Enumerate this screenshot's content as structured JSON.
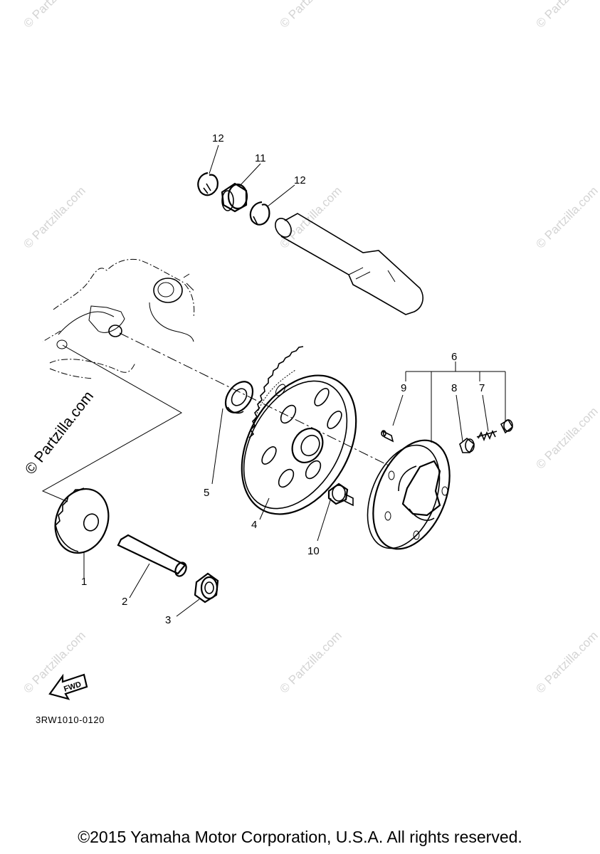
{
  "watermark": {
    "small_text": "© Partzilla.com",
    "large_text": "© Partzilla.com"
  },
  "callouts": {
    "p1": "1",
    "p2": "2",
    "p3": "3",
    "p4": "4",
    "p5": "5",
    "p6": "6",
    "p7": "7",
    "p8": "8",
    "p9": "9",
    "p10": "10",
    "p11": "11",
    "p12a": "12",
    "p12b": "12"
  },
  "fwd_label": "FWD",
  "part_code": "3RW1010-0120",
  "copyright": "©2015 Yamaha Motor Corporation, U.S.A. All rights reserved."
}
